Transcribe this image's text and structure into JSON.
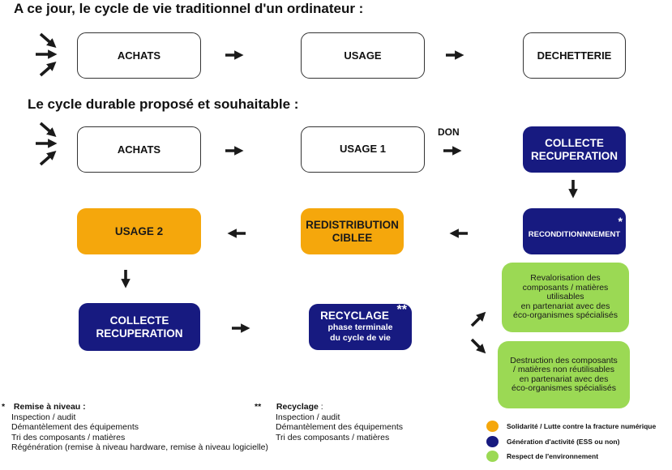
{
  "headings": {
    "traditional": "A ce jour, le cycle de vie traditionnel d'un ordinateur :",
    "durable": "Le cycle durable proposé et souhaitable :"
  },
  "traditional": {
    "achats": "ACHATS",
    "usage": "USAGE",
    "dechetterie": "DECHETTERIE"
  },
  "durable": {
    "achats": "ACHATS",
    "usage1": "USAGE 1",
    "don": "DON",
    "collecte1": [
      "COLLECTE",
      "RECUPERATION"
    ],
    "reconditionnement": "RECONDITIONNNEMENT",
    "reconditionnement_star": "*",
    "redistribution": [
      "REDISTRIBUTION",
      "CIBLEE"
    ],
    "usage2": "USAGE 2",
    "collecte2": [
      "COLLECTE",
      "RECUPERATION"
    ],
    "recyclage": "RECYCLAGE",
    "recyclage_star": "**",
    "recyclage_sub": [
      "phase terminale",
      "du cycle de vie"
    ],
    "revalorisation": [
      "Revalorisation des",
      "composants / matières",
      "utilisables",
      "en partenariat avec des",
      "éco-organismes spécialisés"
    ],
    "destruction": [
      "Destruction des composants",
      "/ matières non réutilisables",
      "en partenariat avec des",
      "éco-organismes spécialisés"
    ]
  },
  "notes": {
    "remise": {
      "star": "*",
      "title": "Remise à niveau :",
      "items": [
        "Inspection / audit",
        "Démantèlement des équipements",
        "Tri des composants / matières",
        "Régénération (remise à niveau hardware, remise à niveau logicielle)"
      ]
    },
    "recyclage": {
      "star": "**",
      "title": "Recyclage",
      "suffix": " :",
      "items": [
        "Inspection / audit",
        "Démantèlement des équipements",
        "Tri des composants / matières"
      ]
    }
  },
  "legend": [
    {
      "label": "Solidarité / Lutte contre la fracture numérique",
      "color": "#f5a70c"
    },
    {
      "label": "Génération d'activité (ESS ou non)",
      "color": "#171a80"
    },
    {
      "label": "Respect de l'environnement",
      "color": "#9bd954"
    }
  ],
  "colors": {
    "navy": "#171a80",
    "orange": "#f5a70c",
    "green": "#9bd954",
    "arrow": "#1a1a1a"
  }
}
